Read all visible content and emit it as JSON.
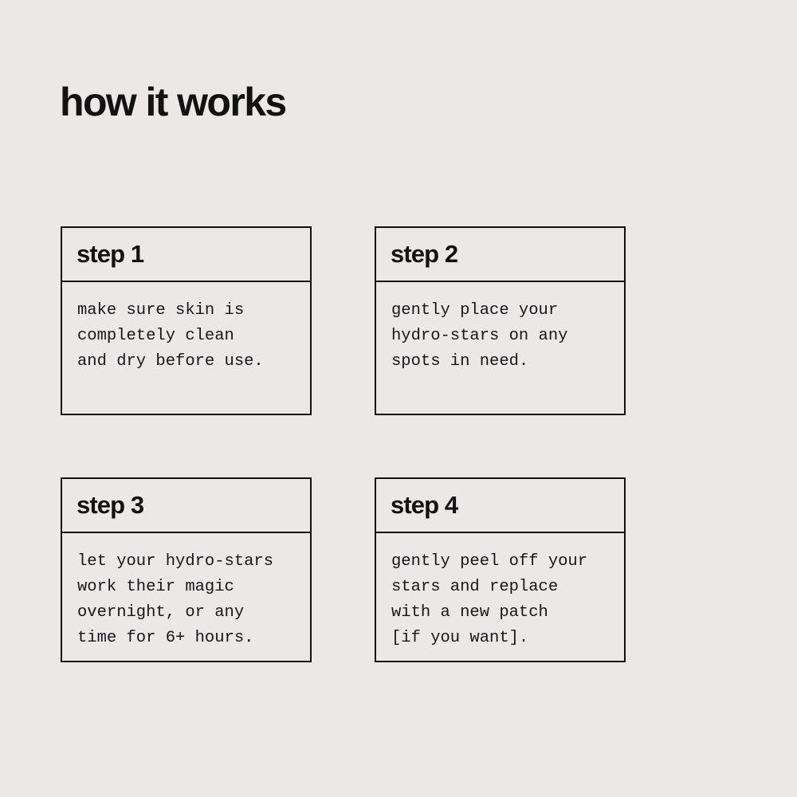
{
  "theme": {
    "background_color": "#ece8e8",
    "text_color": "#121212",
    "border_color": "#111111"
  },
  "header": {
    "title": "how it works"
  },
  "steps": [
    {
      "title": "step 1",
      "body": "make sure skin is\ncompletely clean\nand dry before use."
    },
    {
      "title": "step 2",
      "body": "gently place your\nhydro-stars on any\nspots in need."
    },
    {
      "title": "step 3",
      "body": "let your hydro-stars\nwork their magic\novernight, or any\ntime for 6+ hours."
    },
    {
      "title": "step 4",
      "body": "gently peel off your\nstars and replace\nwith a new patch\n[if you want]."
    }
  ]
}
